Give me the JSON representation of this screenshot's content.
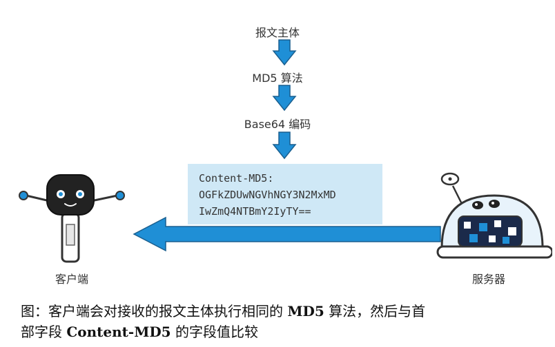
{
  "diagram": {
    "steps": [
      "报文主体",
      "MD5 算法",
      "Base64 编码"
    ],
    "header": {
      "line1": "Content-MD5:",
      "line2": "OGFkZDUwNGVhNGY3N2MxMD",
      "line3": "IwZmQ4NTBmY2IyTY=="
    },
    "client_label": "客户端",
    "server_label": "服务器"
  },
  "caption": {
    "line1_prefix": "图：客户端会对接收的报文主体执行相同的 ",
    "line1_bold": "MD5",
    "line1_suffix": " 算法，然后与首",
    "line2_prefix": "部字段 ",
    "line2_bold": "Content-MD5",
    "line2_suffix": " 的字段值比较"
  },
  "colors": {
    "arrow": "#1f8fd6",
    "header_bg": "#cfe8f6",
    "robot_eye": "#1f8fd6"
  }
}
